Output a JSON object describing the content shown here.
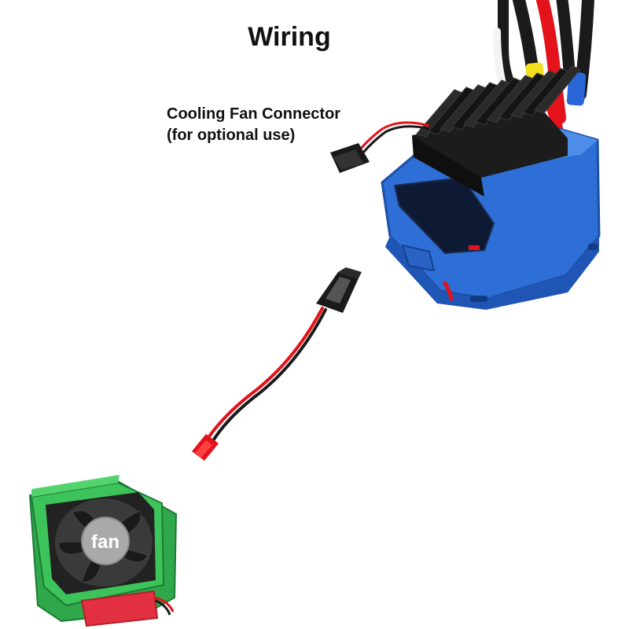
{
  "diagram": {
    "title": "Wiring",
    "annotation": {
      "line1": "Cooling Fan Connector",
      "line2": "(for optional use)"
    },
    "fan_label": "fan"
  },
  "colors": {
    "esc_body": "#2d6fd6",
    "heatsink": "#1c1c1c",
    "fan_shroud": "#3cc45a",
    "wire_red": "#e3121b",
    "wire_black": "#1a1a1a",
    "wire_yellow": "#f2de1a",
    "wire_blue": "#2a66d8"
  }
}
